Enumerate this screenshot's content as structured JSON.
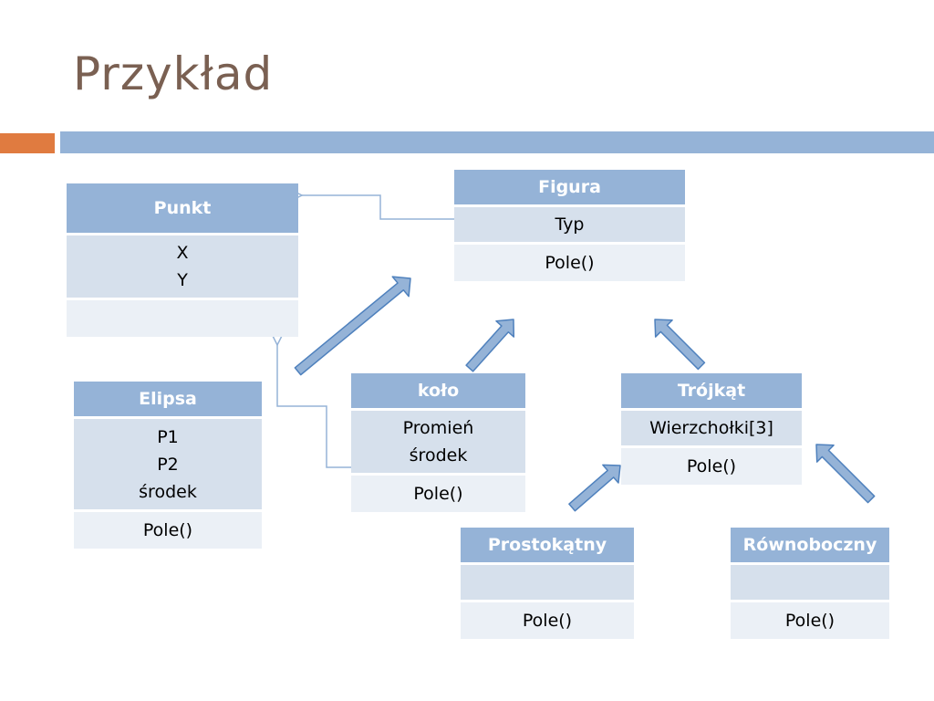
{
  "slide": {
    "title": "Przykład"
  },
  "colors": {
    "accent_orange": "#e07b40",
    "accent_blue": "#95b3d7",
    "title_color": "#7a6052",
    "cell_dark": "#d6e0ec",
    "cell_light": "#ebf0f6"
  },
  "classes": {
    "punkt": {
      "name": "Punkt",
      "attributes": [
        "X",
        "Y"
      ],
      "methods": ""
    },
    "figura": {
      "name": "Figura",
      "attributes": [
        "Typ"
      ],
      "methods": "Pole()"
    },
    "elipsa": {
      "name": "Elipsa",
      "attributes": [
        "P1",
        "P2",
        "środek"
      ],
      "methods": "Pole()"
    },
    "kolo": {
      "name": "koło",
      "attributes": [
        "Promień",
        "środek"
      ],
      "methods": "Pole()"
    },
    "trojkat": {
      "name": "Trójkąt",
      "attributes": [
        "Wierzchołki[3]"
      ],
      "methods": "Pole()"
    },
    "prostokatny": {
      "name": "Prostokątny",
      "attributes": [],
      "methods": "Pole()"
    },
    "rownoboczny": {
      "name": "Równoboczny",
      "attributes": [],
      "methods": "Pole()"
    }
  }
}
